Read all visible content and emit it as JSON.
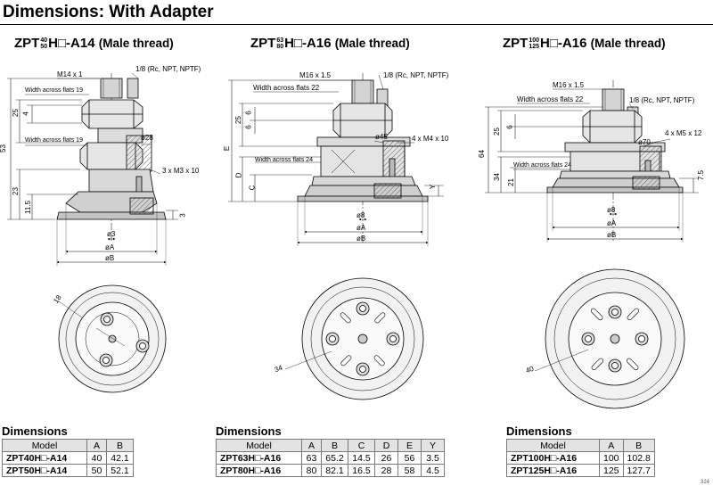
{
  "page_title": "Dimensions: With Adapter",
  "models": [
    {
      "prefix": "ZPT",
      "num_top": "40",
      "num_bottom": "50",
      "suffix": "H□-A14",
      "note": "(Male thread)"
    },
    {
      "prefix": "ZPT",
      "num_top": "63",
      "num_bottom": "80",
      "suffix": "H□-A16",
      "note": "(Male thread)"
    },
    {
      "prefix": "ZPT",
      "num_top": "100",
      "num_bottom": "125",
      "suffix": "H□-A16",
      "note": "(Male thread)"
    }
  ],
  "fig1": {
    "thread": "M14 x 1",
    "port": "1/8 (Rc, NPT, NPTF)",
    "waf_top": "Width across flats 19",
    "waf_bottom": "Width across flats 19",
    "d_25": "25",
    "d_4": "4",
    "d_53": "53",
    "d_23": "23",
    "d_11_5": "11.5",
    "d_3": "3",
    "dia_28": "ø28",
    "screws": "3 x M3 x 10",
    "dia_3": "ø3",
    "dia_A": "øA",
    "dia_B": "øB",
    "plan_18": "18"
  },
  "fig2": {
    "thread": "M16 x 1.5",
    "port": "1/8 (Rc, NPT, NPTF)",
    "waf_top": "Width across flats 22",
    "waf_bottom": "Width across flats 24",
    "d_25": "25",
    "d_6a": "6",
    "d_6b": "6",
    "d_E": "E",
    "d_D": "D",
    "d_C": "C",
    "d_Y": "Y",
    "dia_45": "ø45",
    "screws": "4 x M4 x 10",
    "dia_8": "ø8",
    "dia_A": "øA",
    "dia_B": "øB",
    "plan_34": "34"
  },
  "fig3": {
    "thread": "M16 x 1.5",
    "port": "1/8 (Rc, NPT, NPTF)",
    "waf_top": "Width across flats 22",
    "waf_bottom": "Width across flats 24",
    "d_25": "25",
    "d_6": "6",
    "d_64": "64",
    "d_34": "34",
    "d_21": "21",
    "d_7_5": "7.5",
    "dia_70": "ø70",
    "screws": "4 x M5 x 12",
    "dia_8": "ø8",
    "dia_A": "øA",
    "dia_B": "øB",
    "plan_40": "40"
  },
  "tables": [
    {
      "title": "Dimensions",
      "headers": [
        "Model",
        "A",
        "B"
      ],
      "rows": [
        [
          "ZPT40H□-A14",
          "40",
          "42.1"
        ],
        [
          "ZPT50H□-A14",
          "50",
          "52.1"
        ]
      ]
    },
    {
      "title": "Dimensions",
      "headers": [
        "Model",
        "A",
        "B",
        "C",
        "D",
        "E",
        "Y"
      ],
      "rows": [
        [
          "ZPT63H□-A16",
          "63",
          "65.2",
          "14.5",
          "26",
          "56",
          "3.5"
        ],
        [
          "ZPT80H□-A16",
          "80",
          "82.1",
          "16.5",
          "28",
          "58",
          "4.5"
        ]
      ]
    },
    {
      "title": "Dimensions",
      "headers": [
        "Model",
        "A",
        "B"
      ],
      "rows": [
        [
          "ZPT100H□-A16",
          "100",
          "102.8"
        ],
        [
          "ZPT125H□-A16",
          "125",
          "127.7"
        ]
      ]
    }
  ],
  "page_number": "324"
}
